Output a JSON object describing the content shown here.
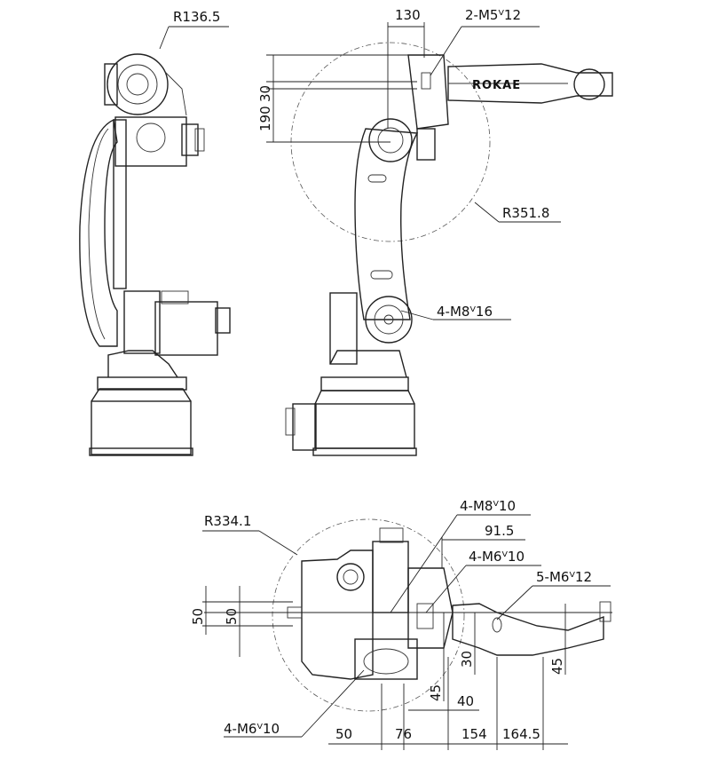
{
  "brand": "ROKAE",
  "dimensions": {
    "r136": "R136.5",
    "d130": "130",
    "m5": "2-M5ⱽ12",
    "d30": "30",
    "d190": "190",
    "r351": "R351.8",
    "m8_16": "4-M8ⱽ16",
    "r334": "R334.1",
    "m8_10": "4-M8ⱽ10",
    "d91": "91.5",
    "m6_10a": "4-M6ⱽ10",
    "m6_12": "5-M6ⱽ12",
    "d50a": "50",
    "d50b": "50",
    "d30b": "30",
    "d45a": "45",
    "d45b": "45",
    "d40": "40",
    "m6_10b": "4-M6ⱽ10",
    "d50c": "50",
    "d76": "76",
    "d154": "154",
    "d164": "164.5"
  }
}
